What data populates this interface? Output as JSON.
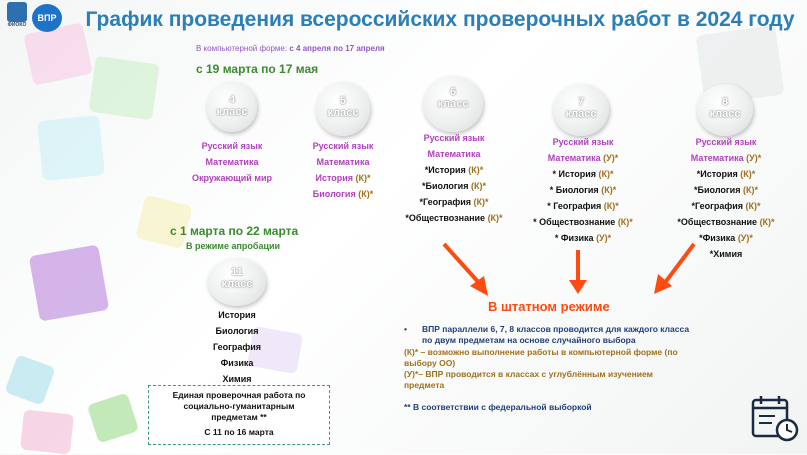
{
  "logos": {
    "fioko": "ФИОКО",
    "vpr": "ВПР"
  },
  "title": "График проведения всероссийских проверочных работ в 2024 году",
  "computer_form": {
    "prefix": "В компьютерной форме:",
    "dates": "с 4 апреля по  17 апреля"
  },
  "period_main": "с 19 марта по 17 мая",
  "period_11": "с 1 марта по 22 марта",
  "approbation": "В режиме апробации",
  "grades": [
    {
      "num": "4",
      "label": "класс",
      "subjects": [
        "Русский язык",
        "Математика",
        "Окружающий мир"
      ]
    },
    {
      "num": "5",
      "label": "класс",
      "subjects": [
        "Русский язык",
        "Математика",
        "История (К)*",
        "Биология (К)*"
      ]
    },
    {
      "num": "6",
      "label": "класс",
      "subjects": [
        "Русский язык",
        "Математика",
        "*История (К)*",
        "*Биология (К)*",
        "*География (К)*",
        "*Обществознание (К)*"
      ]
    },
    {
      "num": "7",
      "label": "класс",
      "subjects": [
        "Русский язык",
        "Математика (У)*",
        "* История (К)*",
        "* Биология (К)*",
        "* География (К)*",
        "* Обществознание (К)*",
        "* Физика (У)*"
      ]
    },
    {
      "num": "8",
      "label": "класс",
      "subjects": [
        "Русский язык",
        "Математика (У)*",
        "*История (К)*",
        "*Биология (К)*",
        "*География (К)*",
        "*Обществознание (К)*",
        "*Физика (У)*",
        "*Химия"
      ]
    }
  ],
  "grade11": {
    "num": "11",
    "label": "класс",
    "subjects": [
      "История",
      "Биология",
      "География",
      "Физика",
      "Химия"
    ]
  },
  "standard_mode": "В штатном режиме",
  "notes": {
    "bullet": "•",
    "line1": "ВПР параллели 6, 7, 8 классов проводится для каждого класса",
    "line2": "по двум предметам на основе случайного выбора",
    "k_note1": "(К)* – возможно выполнение работы в компьютерной форме (по",
    "k_note2": "выбору ОО)",
    "u_note1": "(У)*– ВПР проводится в классах с углублённым изучением",
    "u_note2": "предмета",
    "federal": "** В соответствии с федеральной выборкой"
  },
  "social_box": {
    "line1": "Единая проверочная работа по",
    "line2": "социально-гуманитарным",
    "line3": "предметам **",
    "dates": "С 11 по 16 марта"
  },
  "colors": {
    "title": "#2b7eb6",
    "green": "#3a8a2e",
    "purple": "#b13fbf",
    "orange": "#ff4a12",
    "mark": "#a0701c",
    "note_blue": "#1f3f7a"
  }
}
